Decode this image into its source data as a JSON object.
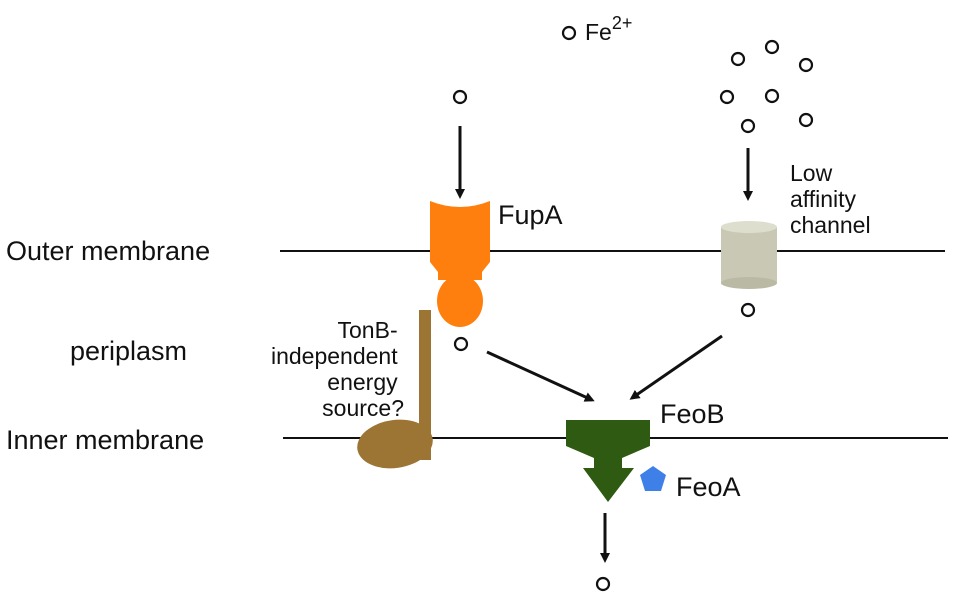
{
  "labels": {
    "outer_membrane": "Outer membrane",
    "periplasm": "periplasm",
    "inner_membrane": "Inner membrane",
    "fe_ion": "Fe",
    "fe_charge": "2+",
    "fupA": "FupA",
    "low_affinity_channel": [
      "Low",
      "affinity",
      "channel"
    ],
    "tonb_energy": [
      "TonB-",
      "independent",
      "energy",
      "source?"
    ],
    "feoB": "FeoB",
    "feoA": "FeoA"
  },
  "colors": {
    "fupA": "#FF7F0E",
    "low_affinity_channel": "#C8C8B4",
    "tonb_energy_source": "#9C7433",
    "feoB": "#2E5A12",
    "feoA": "#3F7FE8",
    "membrane": "#111111"
  },
  "icons": {
    "ion": "open-circle",
    "transport": "arrow"
  }
}
